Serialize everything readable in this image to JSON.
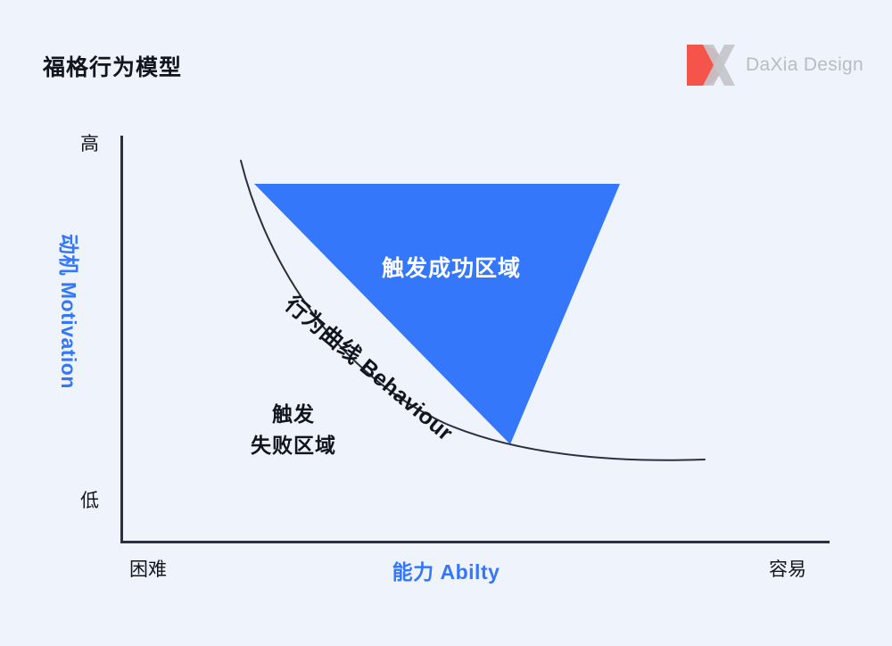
{
  "header": {
    "title": "福格行为模型",
    "brand_name": "DaXia Design",
    "brand_mark_icon": "daxia-dx-logo-icon",
    "brand_mark_colors": {
      "d_shape": "#f4544a",
      "x_shape": "#c4c6ca"
    }
  },
  "colors": {
    "background": "#eff3fc",
    "axis": "#2b3040",
    "accent_blue": "#3577fb",
    "triangle_fill": "#3577fb",
    "curve": "#2b3040",
    "text_dark": "#12151d",
    "text_on_accent": "#ffffff",
    "brand_grey": "#b9bcc2"
  },
  "chart_data": {
    "type": "line",
    "title": "福格行为模型",
    "xlabel": "能力 Abilty",
    "ylabel": "动机 Motivation",
    "x_axis": {
      "title": "能力 Abilty",
      "low_end_label": "困难",
      "high_end_label": "容易",
      "direction": "difficult (left) to easy (right)"
    },
    "y_axis": {
      "title": "动机 Motivation",
      "top_tick": "高",
      "bottom_tick": "低",
      "direction": "low (bottom) to high (top)"
    },
    "grid": false,
    "legend": null,
    "series": [
      {
        "name": "行为曲线 Behaviour",
        "type": "curve",
        "label": "行为曲线 Behaviour",
        "description": "Action line: hyperbolic curve from high motivation / low ability to low motivation / high ability",
        "points": [
          {
            "x": 0.21,
            "y": 0.94
          },
          {
            "x": 0.27,
            "y": 0.7
          },
          {
            "x": 0.34,
            "y": 0.52
          },
          {
            "x": 0.43,
            "y": 0.36
          },
          {
            "x": 0.55,
            "y": 0.24
          },
          {
            "x": 0.7,
            "y": 0.17
          },
          {
            "x": 0.85,
            "y": 0.14
          }
        ]
      }
    ],
    "regions": [
      {
        "name": "触发成功区域",
        "label": "触发成功区域",
        "fill": "#3577fb",
        "shape": "triangle",
        "vertices": [
          {
            "x": 0.19,
            "y": 0.88
          },
          {
            "x": 0.7,
            "y": 0.88
          },
          {
            "x": 0.55,
            "y": 0.24
          }
        ],
        "position": "above the behaviour curve"
      },
      {
        "name": "触发失败区域",
        "label_lines": [
          "触发",
          "失败区域"
        ],
        "fill": "none",
        "position": "below the behaviour curve"
      }
    ],
    "annotations": [
      {
        "text": "触发成功区域",
        "color": "#ffffff"
      },
      {
        "text": "触发",
        "color": "#12151d"
      },
      {
        "text": "失败区域",
        "color": "#12151d"
      },
      {
        "text": "行为曲线 Behaviour",
        "color": "#12151d",
        "rotation_deg": 40
      }
    ]
  },
  "labels": {
    "y_high": "高",
    "y_low": "低",
    "x_left": "困难",
    "x_right": "容易",
    "x_title": "能力 Abilty",
    "y_title": "动机 Motivation",
    "zone_success": "触发成功区域",
    "zone_fail_line1": "触发",
    "zone_fail_line2": "失败区域",
    "curve_label": "行为曲线 Behaviour"
  }
}
